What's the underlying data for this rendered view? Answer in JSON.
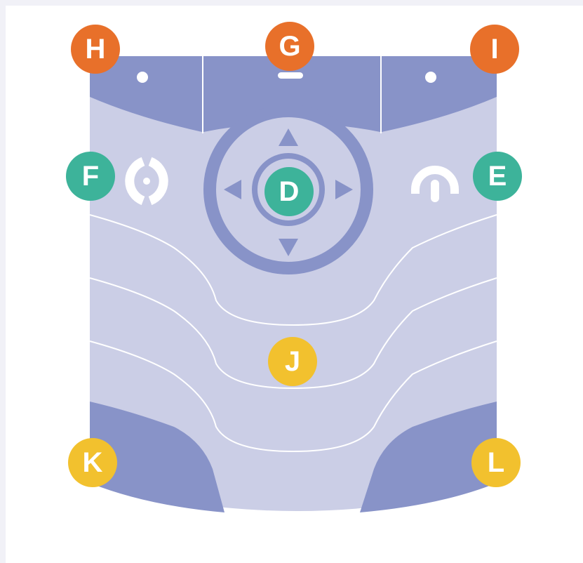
{
  "colors": {
    "background": "#f1f1f7",
    "panel": "#ffffff",
    "key_light": "#cbcee6",
    "key_dark": "#8893c8",
    "key_stroke": "#ffffff",
    "badge_orange": "#e8702a",
    "badge_teal": "#3db39a",
    "badge_yellow": "#f2c12e"
  },
  "labels": {
    "D": "D",
    "E": "E",
    "F": "F",
    "G": "G",
    "H": "H",
    "I": "I",
    "J": "J",
    "K": "K",
    "L": "L"
  },
  "label_colors": {
    "D": "teal",
    "E": "teal",
    "F": "teal",
    "G": "orange",
    "H": "orange",
    "I": "orange",
    "J": "yellow",
    "K": "yellow",
    "L": "yellow"
  },
  "icons": {
    "left_soft_key": "dot-icon",
    "center_top_key": "dash-icon",
    "right_soft_key": "dot-icon",
    "nav_up": "arrow-up-icon",
    "nav_down": "arrow-down-icon",
    "nav_left": "arrow-left-icon",
    "nav_right": "arrow-right-icon",
    "left_side_key": "ring-icon",
    "right_side_key": "power-icon"
  }
}
